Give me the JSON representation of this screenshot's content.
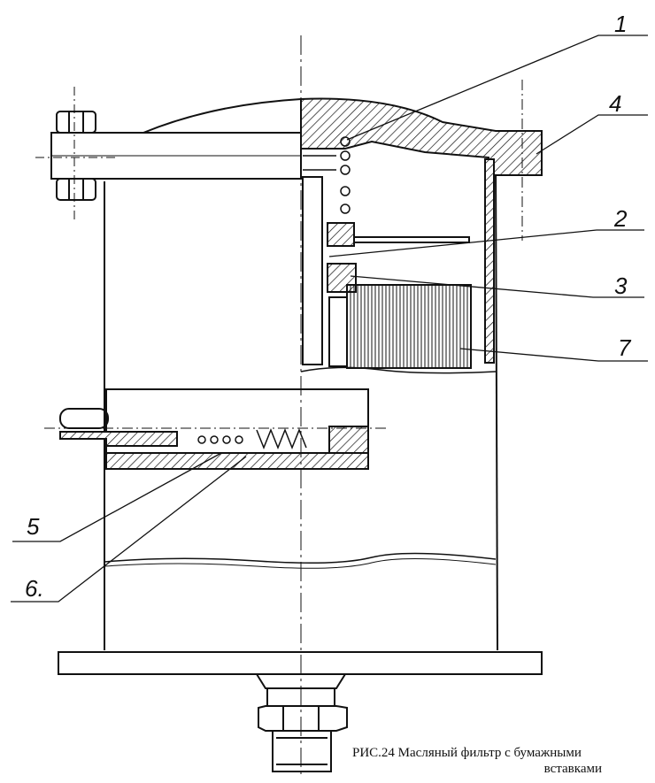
{
  "callouts": [
    {
      "id": "1",
      "label": "1"
    },
    {
      "id": "2",
      "label": "2"
    },
    {
      "id": "3",
      "label": "3"
    },
    {
      "id": "4",
      "label": "4"
    },
    {
      "id": "5",
      "label": "5"
    },
    {
      "id": "6",
      "label": "6."
    },
    {
      "id": "7",
      "label": "7"
    }
  ],
  "caption": {
    "line1": "РИС.24 Масляный фильтр с бумажными",
    "line2": "вставками"
  },
  "colors": {
    "ink": "#111111",
    "paper": "#ffffff"
  }
}
